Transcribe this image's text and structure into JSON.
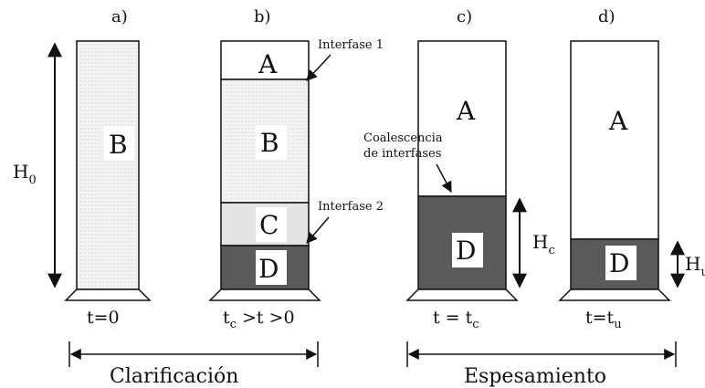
{
  "panels": {
    "a": "a)",
    "b": "b)",
    "c": "c)",
    "d": "d)"
  },
  "zones": {
    "a_B": "B",
    "b_A": "A",
    "b_B": "B",
    "b_C": "C",
    "b_D": "D",
    "c_A": "A",
    "c_D": "D",
    "d_A": "A",
    "d_D": "D"
  },
  "annotations": {
    "interfase1": "Interfase 1",
    "interfase2": "Interfase 2",
    "coalescencia_line1": "Coalescencia",
    "coalescencia_line2": "de interfases"
  },
  "heights": {
    "h0": {
      "base": "H",
      "sub": "0"
    },
    "hc": {
      "base": "H",
      "sub": "c"
    },
    "hu": {
      "base": "H",
      "sub": "u"
    }
  },
  "times": {
    "a": {
      "text": "t=0"
    },
    "b": {
      "t1": "t",
      "sub": "c",
      "rest": " >t >0"
    },
    "c": {
      "pre": "t = t",
      "sub": "c"
    },
    "d": {
      "pre": "t=t",
      "sub": "u"
    }
  },
  "phases": {
    "clarificacion": "Clarificación",
    "espesamiento": "Espesamiento"
  },
  "colors": {
    "line": "#111111",
    "zone_B": "#efefef",
    "zone_C": "#e2e2e2",
    "zone_D": "#5a5a5a",
    "white": "#ffffff"
  }
}
